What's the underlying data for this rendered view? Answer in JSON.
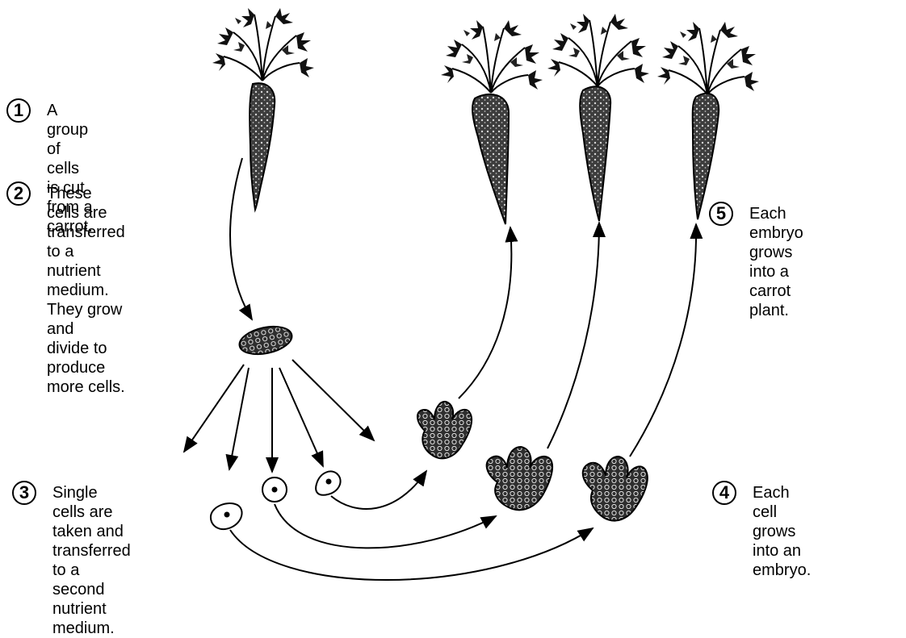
{
  "steps": [
    {
      "number": "1",
      "text": "A group of\ncells is cut\nfrom a carrot."
    },
    {
      "number": "2",
      "text": "These cells are\ntransferred to a\nnutrient medium.\nThey grow and\ndivide to produce\nmore cells."
    },
    {
      "number": "3",
      "text": "Single cells are\ntaken and\ntransferred to a\nsecond nutrient\nmedium."
    },
    {
      "number": "4",
      "text": "Each cell grows\ninto an embryo."
    },
    {
      "number": "5",
      "text": "Each embryo\ngrows into a\ncarrot plant."
    }
  ],
  "colors": {
    "ink": "#000000",
    "fill": "#4a4a4a",
    "background": "#ffffff"
  }
}
